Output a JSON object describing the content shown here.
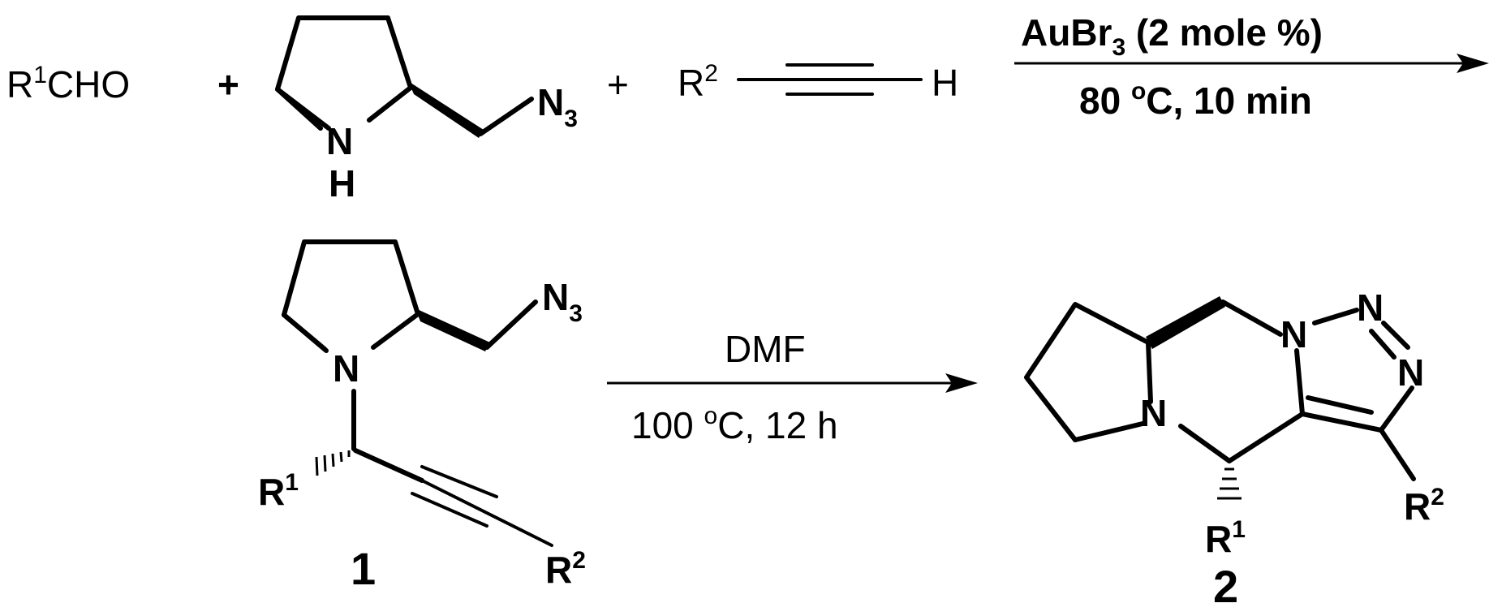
{
  "reactants": {
    "aldehyde": {
      "r": "R",
      "sup": "1",
      "rest": "CHO"
    },
    "plus_1": "+",
    "amine": {
      "n_label": "N",
      "h_label": "H",
      "azide": {
        "n": "N",
        "sub": "3"
      }
    },
    "plus_2": "+",
    "alkyne": {
      "r": "R",
      "sup": "2",
      "h": "H"
    }
  },
  "step1": {
    "condition_top": {
      "main": "AuBr",
      "sub": "3",
      "rest": " (2 mole %)"
    },
    "condition_bottom": {
      "pre": "80 ",
      "sup": "o",
      "post": "C, 10 min"
    }
  },
  "intermediate": {
    "number": "1",
    "n_label": "N",
    "azide": {
      "n": "N",
      "sub": "3"
    },
    "r1": {
      "r": "R",
      "sup": "1"
    },
    "r2": {
      "r": "R",
      "sup": "2"
    }
  },
  "step2": {
    "condition_top": "DMF",
    "condition_bottom": {
      "pre": "100 ",
      "sup": "o",
      "post": "C, 12 h"
    }
  },
  "product": {
    "number": "2",
    "n_ring": "N",
    "n_triazole_1": "N",
    "n_triazole_2": "N",
    "n_triazole_3": "N",
    "r1": {
      "r": "R",
      "sup": "1"
    },
    "r2": {
      "r": "R",
      "sup": "2"
    }
  }
}
